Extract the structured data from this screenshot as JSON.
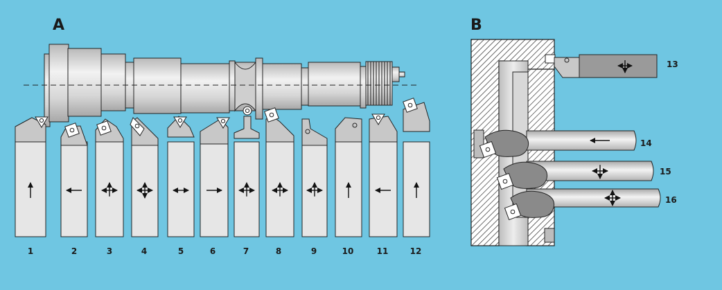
{
  "panel_a": {
    "label": "A",
    "tools": [
      {
        "number": "1",
        "motion": "up"
      },
      {
        "number": "2",
        "motion": "left"
      },
      {
        "number": "3",
        "motion": "cross-left-right-up"
      },
      {
        "number": "4",
        "motion": "cross-all"
      },
      {
        "number": "5",
        "motion": "left-right"
      },
      {
        "number": "6",
        "motion": "right"
      },
      {
        "number": "7",
        "motion": "cross-left-right-up"
      },
      {
        "number": "8",
        "motion": "cross-left-right-up"
      },
      {
        "number": "9",
        "motion": "cross-left-right-up"
      },
      {
        "number": "10",
        "motion": "up"
      },
      {
        "number": "11",
        "motion": "left"
      },
      {
        "number": "12",
        "motion": "up"
      }
    ]
  },
  "panel_b": {
    "label": "B",
    "tools": [
      {
        "number": "13",
        "motion": "cross-left-right-down"
      },
      {
        "number": "14",
        "motion": "left"
      },
      {
        "number": "15",
        "motion": "cross-left-right-down"
      },
      {
        "number": "16",
        "motion": "cross-all"
      }
    ]
  },
  "colors": {
    "background": "#6fc6e2",
    "metal_light": "#e6e6e6",
    "metal_mid": "#c8c8c8",
    "metal_dark": "#9a9a9a",
    "insert_gray": "#8a8a8a",
    "outline": "#222222"
  }
}
